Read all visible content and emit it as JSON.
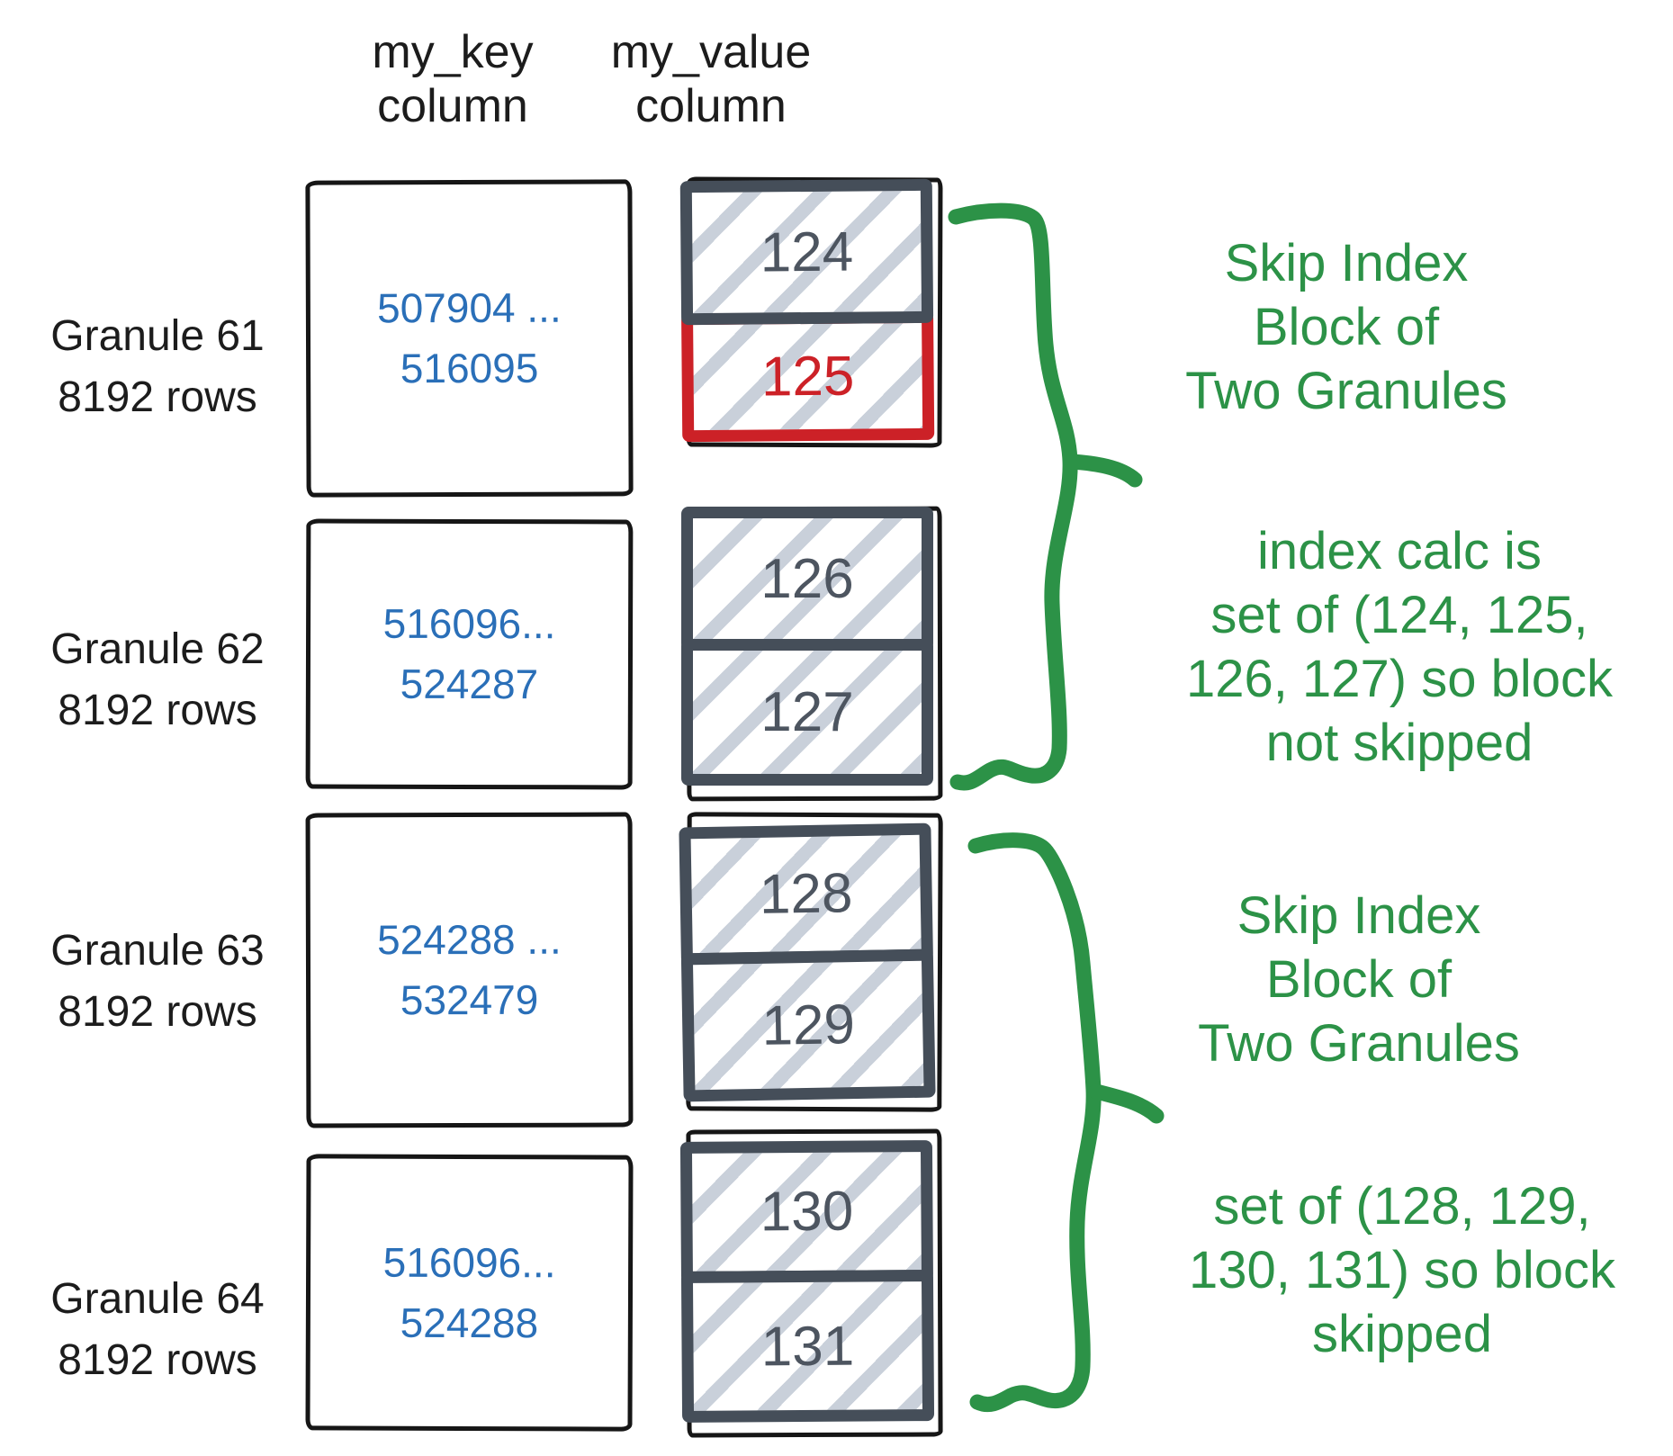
{
  "headers": {
    "key_line1": "my_key",
    "key_line2": "column",
    "value_line1": "my_value",
    "value_line2": "column"
  },
  "granules": [
    {
      "label": "Granule 61",
      "rows": "8192 rows",
      "key_from": "507904 ...",
      "key_to": "516095",
      "blocks": [
        {
          "value": "124",
          "highlighted": false
        },
        {
          "value": "125",
          "highlighted": true
        }
      ]
    },
    {
      "label": "Granule 62",
      "rows": "8192 rows",
      "key_from": "516096...",
      "key_to": "524287",
      "blocks": [
        {
          "value": "126",
          "highlighted": false
        },
        {
          "value": "127",
          "highlighted": false
        }
      ]
    },
    {
      "label": "Granule 63",
      "rows": "8192 rows",
      "key_from": "524288 ...",
      "key_to": "532479",
      "blocks": [
        {
          "value": "128",
          "highlighted": false
        },
        {
          "value": "129",
          "highlighted": false
        }
      ]
    },
    {
      "label": "Granule 64",
      "rows": "8192 rows",
      "key_from": "516096...",
      "key_to": "524288",
      "blocks": [
        {
          "value": "130",
          "highlighted": false
        },
        {
          "value": "131",
          "highlighted": false
        }
      ]
    }
  ],
  "annotations": [
    {
      "lines": [
        "Skip Index",
        "Block of",
        "Two Granules"
      ]
    },
    {
      "lines": [
        "index calc is",
        "set of (124, 125,",
        "126, 127) so block",
        "not skipped"
      ]
    },
    {
      "lines": [
        "Skip Index",
        "Block of",
        "Two Granules"
      ]
    },
    {
      "lines": [
        "set of (128, 129,",
        "130, 131) so block",
        "skipped"
      ]
    }
  ],
  "colors": {
    "annotation_green": "#2c9247",
    "highlight_red": "#cc2127",
    "key_blue": "#2a6fb8",
    "block_border": "#454e59",
    "block_text": "#4d5560",
    "hatch_stripe": "#c9d0da",
    "sketch_black": "#161616",
    "label_black": "#1c1c1c"
  }
}
